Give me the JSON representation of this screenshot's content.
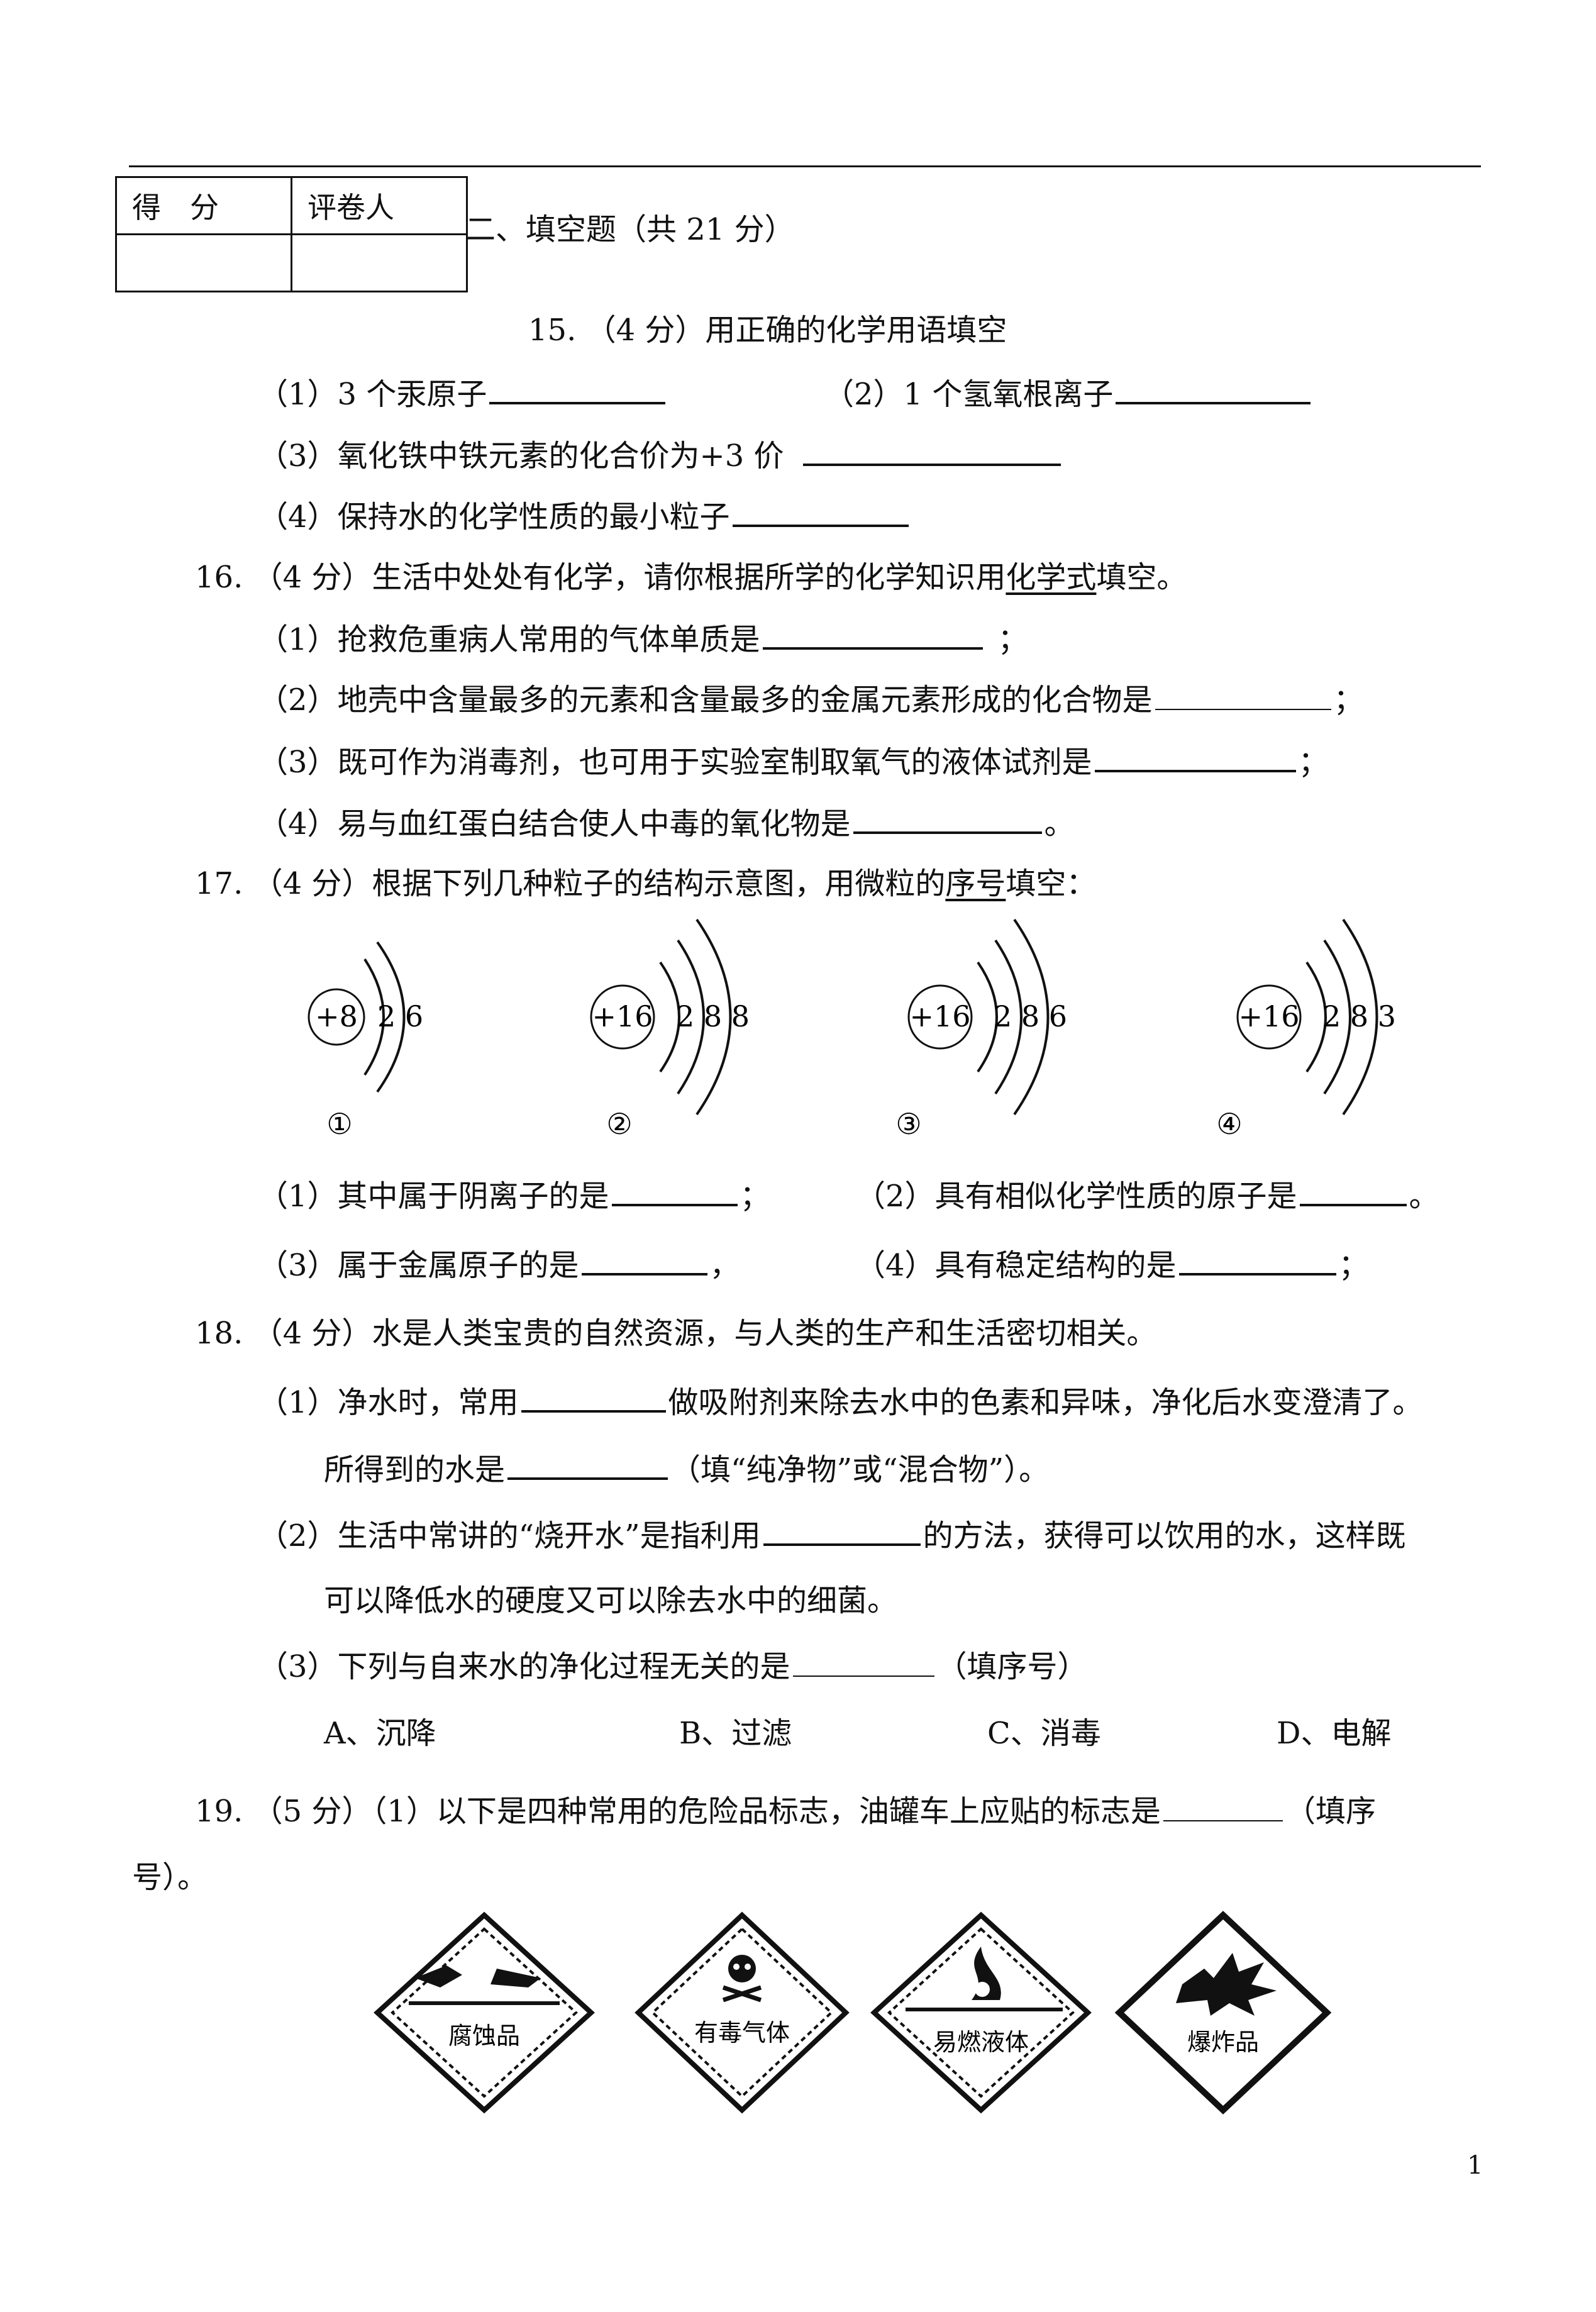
{
  "header": {
    "score_label": "得　分",
    "grader_label": "评卷人",
    "section_title": "二、填空题（共 21 分）"
  },
  "q15": {
    "stem": "15. （4 分）用正确的化学用语填空",
    "p1": "（1）3 个汞原子",
    "p2": "（2）1 个氢氧根离子",
    "p3": "（3）氧化铁中铁元素的化合价为+3 价",
    "p4": "（4）保持水的化学性质的最小粒子"
  },
  "q16": {
    "stem_a": "16. （4 分）生活中处处有化学，请你根据所学的化学知识用",
    "stem_u": "化学式",
    "stem_b": "填空。",
    "p1": "（1）抢救危重病人常用的气体单质是",
    "p1_end": "；",
    "p2": "（2）地壳中含量最多的元素和含量最多的金属元素形成的化合物是",
    "p2_end": "；",
    "p3": "（3）既可作为消毒剂，也可用于实验室制取氧气的液体试剂是",
    "p3_end": "；",
    "p4": "（4）易与血红蛋白结合使人中毒的氧化物是",
    "p4_end": "。"
  },
  "q17": {
    "stem_a": "17. （4 分）根据下列几种粒子的结构示意图，用微粒的",
    "stem_u": "序号",
    "stem_b": "填空：",
    "diagrams": [
      {
        "nucleus": "+8",
        "shells": "2 6",
        "label": "①"
      },
      {
        "nucleus": "+16",
        "shells": "2 8 8",
        "label": "②"
      },
      {
        "nucleus": "+16",
        "shells": "2 8 6",
        "label": "③"
      },
      {
        "nucleus": "+16",
        "shells": "2 8 3",
        "label": "④"
      }
    ],
    "p1": "（1）其中属于阴离子的是",
    "p1_end": "；",
    "p2": "（2）具有相似化学性质的原子是",
    "p2_end": "。",
    "p3": "（3）属于金属原子的是",
    "p3_end": "，",
    "p4": "（4）具有稳定结构的是",
    "p4_end": "；"
  },
  "q18": {
    "stem": "18. （4 分）水是人类宝贵的自然资源，与人类的生产和生活密切相关。",
    "p1_a": "（1）净水时，常用",
    "p1_b": "做吸附剂来除去水中的色素和异味，净化后水变澄清了。",
    "p1_c": "所得到的水是",
    "p1_d": "（填“纯净物”或“混合物”）。",
    "p2_a": "（2）生活中常讲的“烧开水”是指利用",
    "p2_b": "的方法，获得可以饮用的水，这样既",
    "p2_c": "可以降低水的硬度又可以除去水中的细菌。",
    "p3_a": "（3）下列与自来水的净化过程无关的是",
    "p3_b": "（填序号）",
    "options": [
      "A、沉降",
      "B、过滤",
      "C、消毒",
      "D、电解"
    ]
  },
  "q19": {
    "stem_a": "19. （5 分）（1）以下是四种常用的危险品标志，油罐车上应贴的标志是",
    "stem_b": "（填序",
    "stem_c": "号）。",
    "signs": [
      "腐蚀品",
      "有毒气体",
      "易燃液体",
      "爆炸品"
    ]
  },
  "page_number": "1"
}
